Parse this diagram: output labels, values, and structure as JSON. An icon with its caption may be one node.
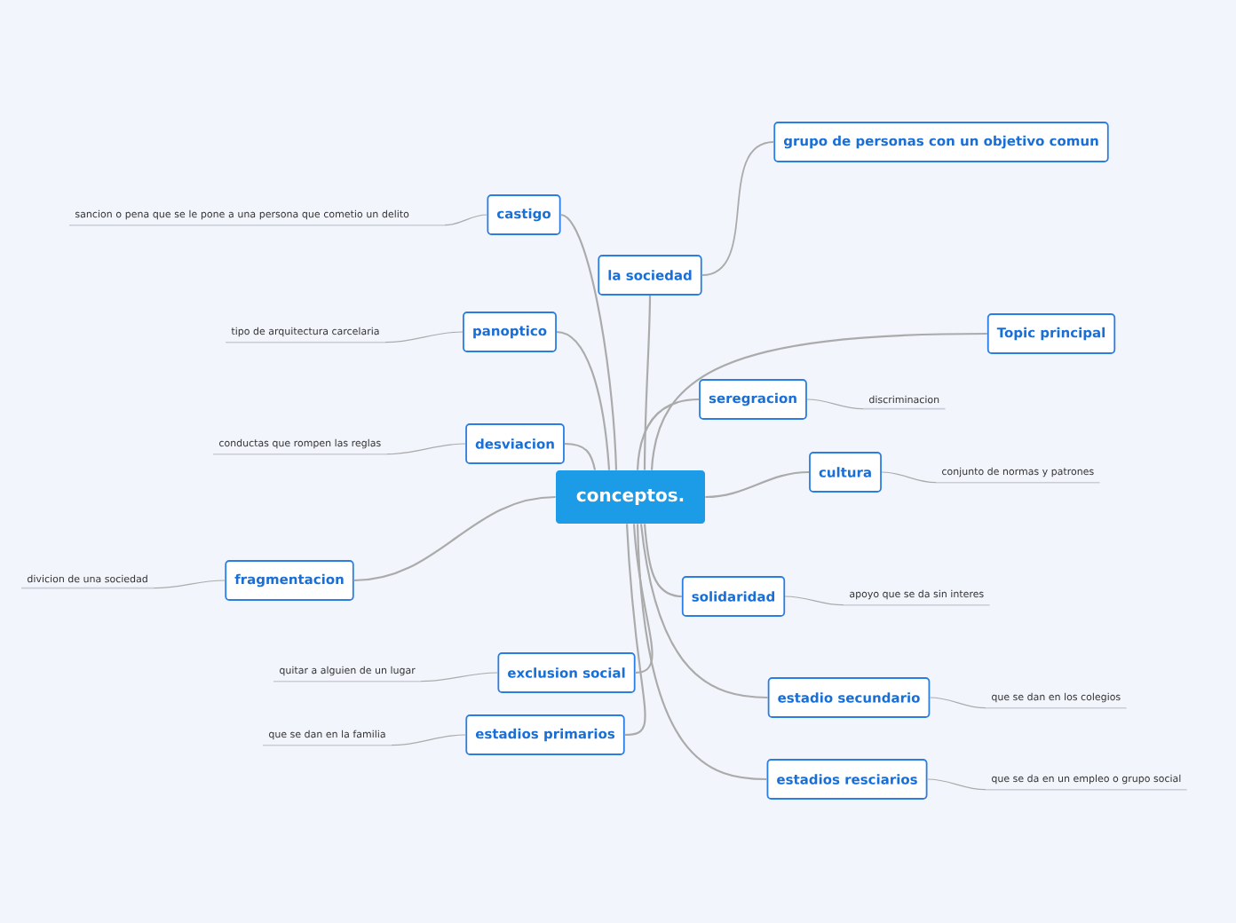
{
  "diagram": {
    "nodes": [
      {
        "text": [
          "conceptos."
        ]
      },
      {
        "text": [
          "grupo de personas con un objetivo comun"
        ]
      },
      {
        "text": [
          "castigo"
        ]
      },
      {
        "text": [
          "sancion o pena que se le pone a una persona que cometio un delito"
        ]
      },
      {
        "text": [
          "la sociedad"
        ]
      },
      {
        "text": [
          "panoptico"
        ]
      },
      {
        "text": [
          "tipo de arquitectura carcelaria"
        ]
      },
      {
        "text": [
          "Topic principal"
        ]
      },
      {
        "text": [
          "seregracion"
        ]
      },
      {
        "text": [
          "discriminacion"
        ]
      },
      {
        "text": [
          "desviacion"
        ]
      },
      {
        "text": [
          "conductas que rompen las reglas"
        ]
      },
      {
        "text": [
          "cultura"
        ]
      },
      {
        "text": [
          "conjunto de normas y patrones"
        ]
      },
      {
        "text": [
          "fragmentacion"
        ]
      },
      {
        "text": [
          "divicion de una sociedad"
        ]
      },
      {
        "text": [
          "solidaridad"
        ]
      },
      {
        "text": [
          "apoyo que se da sin interes"
        ]
      },
      {
        "text": [
          "exclusion social"
        ]
      },
      {
        "text": [
          "quitar a alguien de un lugar"
        ]
      },
      {
        "text": [
          "estadio secundario"
        ]
      },
      {
        "text": [
          "que se dan en los colegios"
        ]
      },
      {
        "text": [
          "estadios primarios"
        ]
      },
      {
        "text": [
          "que se dan en la familia"
        ]
      },
      {
        "text": [
          "estadios resciarios"
        ]
      },
      {
        "text": [
          "que se da en un empleo o grupo social"
        ]
      }
    ],
    "edges": [
      {
        "from": 0,
        "to": 2,
        "arrow": "none"
      },
      {
        "from": 0,
        "to": 4,
        "arrow": "none"
      },
      {
        "from": 4,
        "to": 1,
        "arrow": "none"
      },
      {
        "from": 0,
        "to": 5,
        "arrow": "none"
      },
      {
        "from": 0,
        "to": 7,
        "arrow": "none"
      },
      {
        "from": 0,
        "to": 8,
        "arrow": "none"
      },
      {
        "from": 0,
        "to": 10,
        "arrow": "none"
      },
      {
        "from": 0,
        "to": 12,
        "arrow": "none"
      },
      {
        "from": 0,
        "to": 14,
        "arrow": "none"
      },
      {
        "from": 0,
        "to": 16,
        "arrow": "none"
      },
      {
        "from": 0,
        "to": 18,
        "arrow": "none"
      },
      {
        "from": 0,
        "to": 20,
        "arrow": "none"
      },
      {
        "from": 0,
        "to": 22,
        "arrow": "none"
      },
      {
        "from": 0,
        "to": 24,
        "arrow": "none"
      },
      {
        "from": 2,
        "to": 3,
        "arrow": "none"
      },
      {
        "from": 5,
        "to": 6,
        "arrow": "none"
      },
      {
        "from": 8,
        "to": 9,
        "arrow": "none"
      },
      {
        "from": 10,
        "to": 11,
        "arrow": "none"
      },
      {
        "from": 12,
        "to": 13,
        "arrow": "none"
      },
      {
        "from": 14,
        "to": 15,
        "arrow": "none"
      },
      {
        "from": 16,
        "to": 17,
        "arrow": "none"
      },
      {
        "from": 18,
        "to": 19,
        "arrow": "none"
      },
      {
        "from": 20,
        "to": 21,
        "arrow": "none"
      },
      {
        "from": 22,
        "to": 23,
        "arrow": "none"
      },
      {
        "from": 24,
        "to": 25,
        "arrow": "none"
      }
    ]
  }
}
